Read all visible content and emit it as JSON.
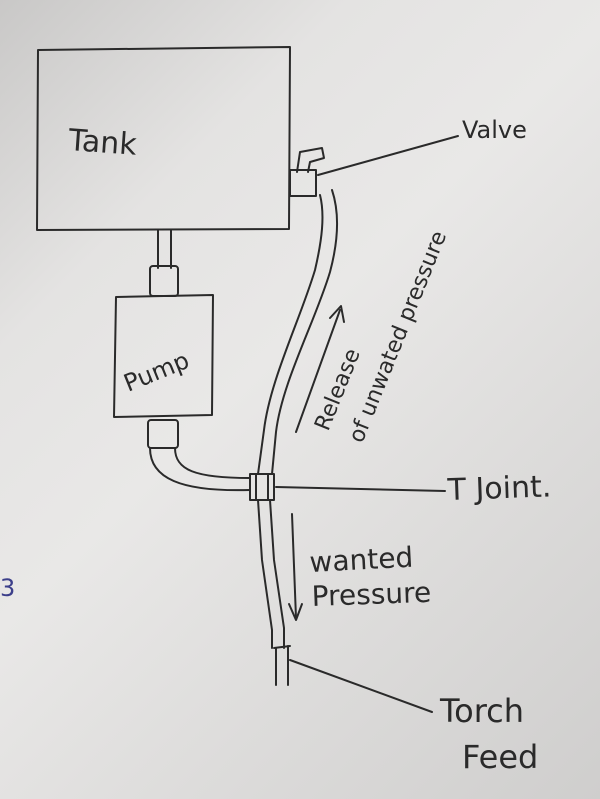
{
  "components": {
    "tank": "Tank",
    "pump": "Pump",
    "valve": "Valve",
    "t_joint": "T Joint.",
    "torch_feed_line1": "Torch",
    "torch_feed_line2": "Feed"
  },
  "flows": {
    "release_line1": "Release",
    "release_line2": "of unwated pressure",
    "wanted_line1": "wanted",
    "wanted_line2": "Pressure"
  },
  "margin_mark": "3",
  "colors": {
    "ink": "#2a2a2a",
    "paper": "#e6e5e4",
    "margin_mark": "#3c3f8a"
  }
}
